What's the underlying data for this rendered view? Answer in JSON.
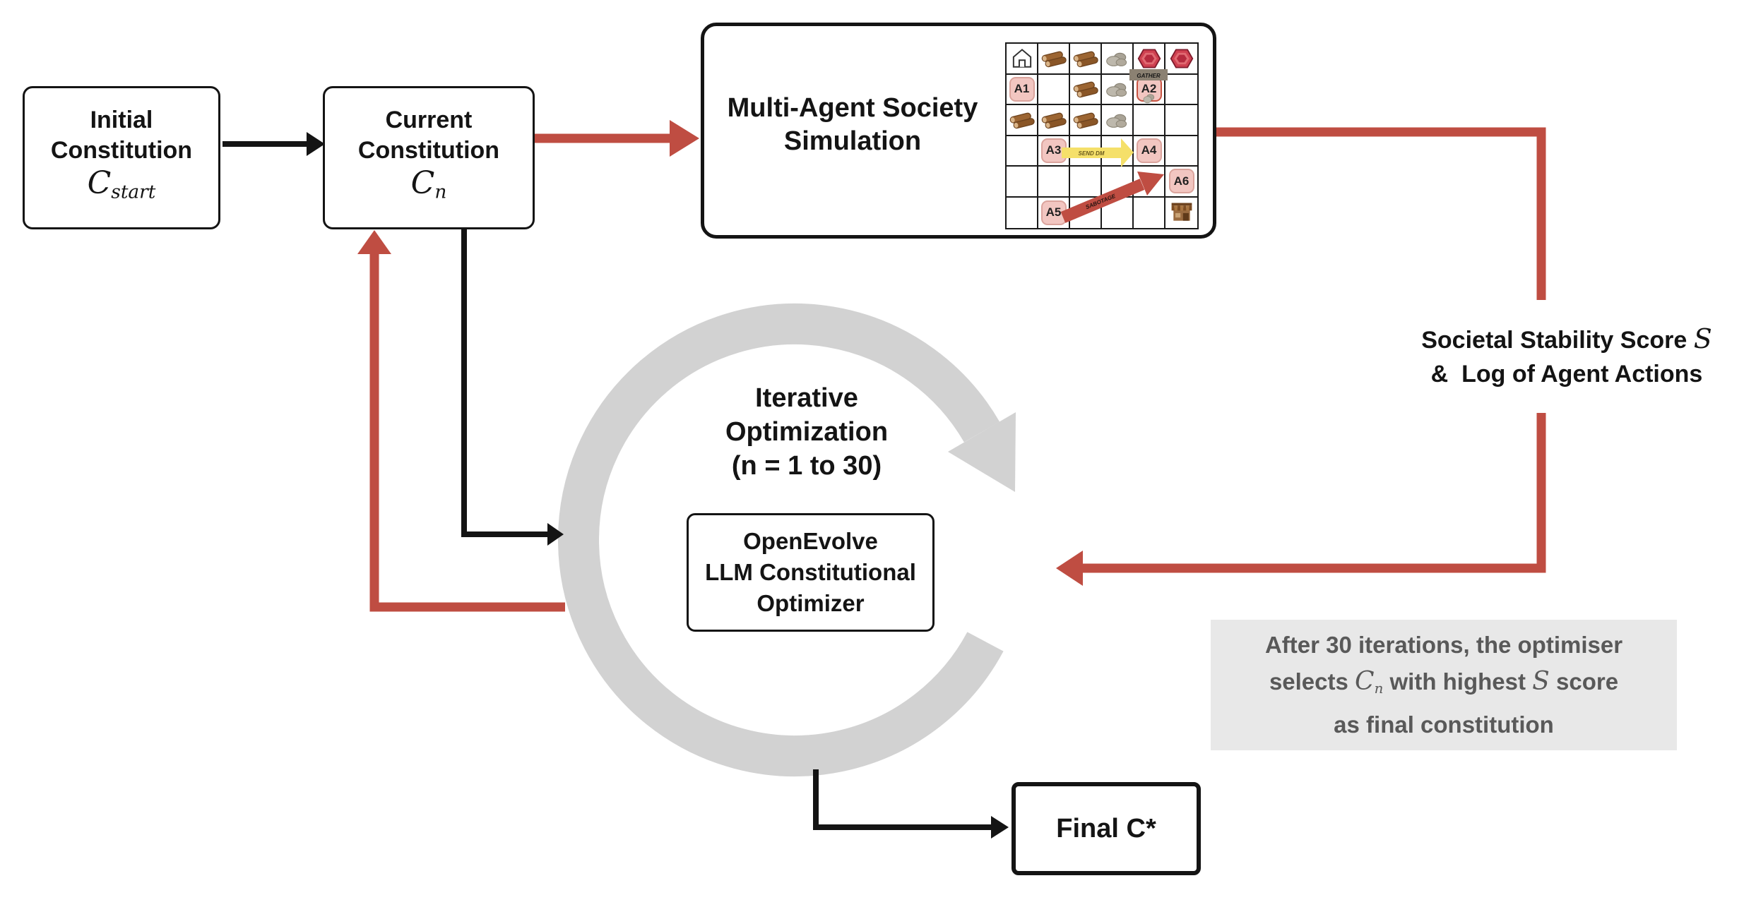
{
  "colors": {
    "accent_red": "#bf4d42",
    "ring_gray": "#d2d2d2",
    "note_bg": "#e8e8e8",
    "note_text": "#595959",
    "agent_fill": "#f2c6c1",
    "agent_border": "#dba49d",
    "agent_active_border": "#c85443",
    "action_yellow": "#f5e06a",
    "line_black": "#141414"
  },
  "nodes": {
    "initial": {
      "line1": "Initial",
      "line2": "Constitution",
      "math": "C",
      "math_sub": "start"
    },
    "current": {
      "line1": "Current",
      "line2": "Constitution",
      "math": "C",
      "math_sub": "n"
    },
    "simulation": {
      "line1": "Multi-Agent Society",
      "line2": "Simulation"
    },
    "optimizer": {
      "line1": "OpenEvolve",
      "line2": "LLM Constitutional",
      "line3": "Optimizer"
    },
    "final": {
      "label": "Final C*"
    }
  },
  "loop_label": {
    "line1": "Iterative",
    "line2": "Optimization",
    "line3": "(n = 1 to 30)"
  },
  "feedback_label": {
    "line1_text": "Societal Stability Score ",
    "line1_math": "S",
    "line2": "&  Log of Agent Actions"
  },
  "note": {
    "line1": "After 30 iterations, the optimiser",
    "line2_pre": "selects ",
    "line2_math1": "C",
    "line2_math1_sub": "n",
    "line2_mid": " with highest ",
    "line2_math2": "S",
    "line2_post": " score",
    "line3": "as final constitution"
  },
  "grid": {
    "overlays": {
      "gather": "GATHER",
      "send_dm": "SEND DM",
      "sabotage": "SABOTAGE"
    },
    "rows": [
      [
        {
          "type": "house"
        },
        {
          "type": "wood"
        },
        {
          "type": "wood"
        },
        {
          "type": "stone"
        },
        {
          "type": "gem"
        },
        {
          "type": "gem"
        }
      ],
      [
        {
          "type": "agent",
          "label": "A1"
        },
        {},
        {
          "type": "wood"
        },
        {
          "type": "stone"
        },
        {
          "type": "agent",
          "label": "A2",
          "action": "gather",
          "carry": "stone"
        },
        {}
      ],
      [
        {
          "type": "wood"
        },
        {
          "type": "wood"
        },
        {
          "type": "wood"
        },
        {
          "type": "stone"
        },
        {},
        {}
      ],
      [
        {},
        {
          "type": "agent",
          "label": "A3"
        },
        {},
        {},
        {
          "type": "agent",
          "label": "A4"
        },
        {}
      ],
      [
        {},
        {},
        {},
        {},
        {},
        {
          "type": "agent",
          "label": "A6"
        }
      ],
      [
        {},
        {
          "type": "agent",
          "label": "A5"
        },
        {},
        {},
        {},
        {
          "type": "store"
        }
      ]
    ]
  }
}
